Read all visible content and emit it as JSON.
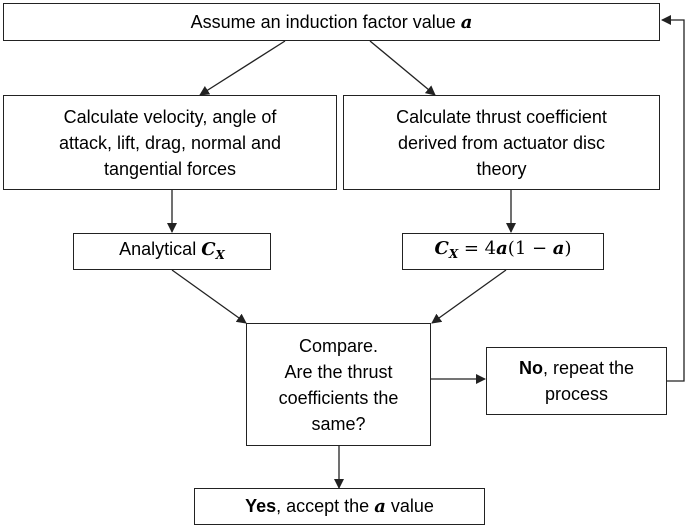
{
  "nodes": {
    "assume": {
      "text": "Assume an induction factor value ",
      "var": "a"
    },
    "calc_velocity": {
      "lines": [
        "Calculate velocity, angle of",
        "attack, lift, drag, normal and",
        "tangential forces"
      ]
    },
    "calc_thrust": {
      "lines": [
        "Calculate thrust coefficient",
        "derived from actuator disc",
        "theory"
      ]
    },
    "analytical": {
      "text": "Analytical ",
      "sym": "C",
      "sub": "X"
    },
    "formula": {
      "sym": "C",
      "sub": "X",
      "rhs": " = 4",
      "var1": "a",
      "paren_open": "(1 − ",
      "var2": "a",
      "paren_close": ")"
    },
    "compare": {
      "lines": [
        "Compare.",
        "Are the thrust",
        "coefficients the",
        "same?"
      ]
    },
    "no": {
      "bold": "No",
      "rest": ", repeat the",
      "line2": "process"
    },
    "yes": {
      "bold": "Yes",
      "rest": ", accept the ",
      "var": "a",
      "tail": " value"
    }
  },
  "colors": {
    "border": "#222222",
    "arrow": "#222222",
    "background": "#ffffff"
  }
}
